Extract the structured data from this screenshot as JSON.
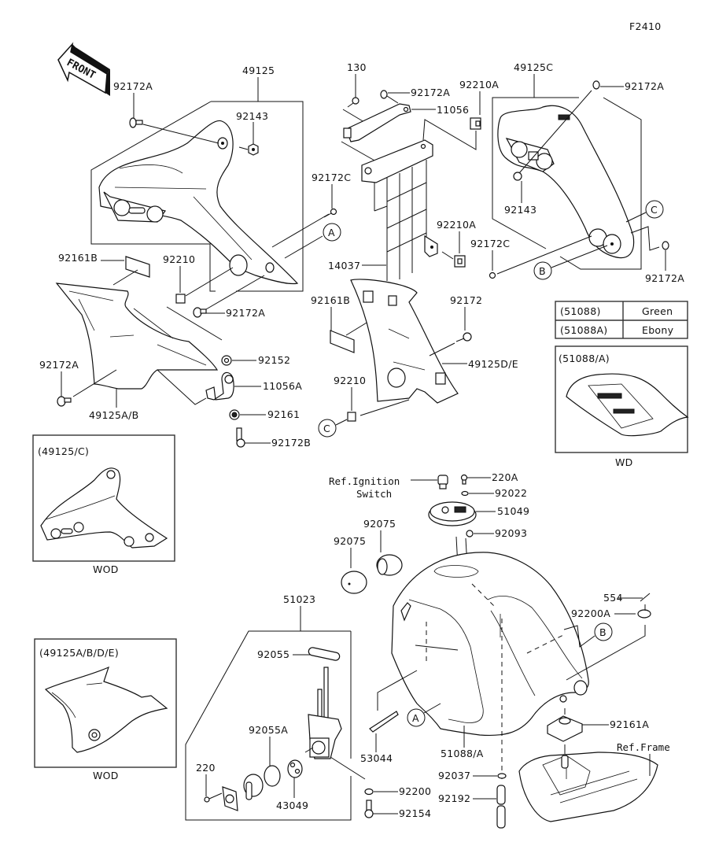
{
  "diagram_code": "F2410",
  "front_arrow_text": "FRONT",
  "labels": {
    "p49125": "49125",
    "p92172A_1": "92172A",
    "p92143_1": "92143",
    "p92172C_1": "92172C",
    "ref_A_1": "A",
    "p130": "130",
    "p92172A_2": "92172A",
    "p11056": "11056",
    "p92210A_1": "92210A",
    "p49125C": "49125C",
    "p92172A_3": "92172A",
    "p92143_2": "92143",
    "ref_C_1": "C",
    "p92172A_4": "92172A",
    "ref_B_1": "B",
    "p92172C_2": "92172C",
    "p92210A_2": "92210A",
    "p14037": "14037",
    "p92161B_1": "92161B",
    "p92210_1": "92210",
    "p92172A_5": "92172A",
    "p92161B_2": "92161B",
    "p92172": "92172",
    "p49125DE": "49125D/E",
    "p92210_2": "92210",
    "ref_C_2": "C",
    "p92172A_6": "92172A",
    "p49125AB": "49125A/B",
    "p92152": "92152",
    "p11056A": "11056A",
    "p92161": "92161",
    "p92172B": "92172B",
    "ref_ignition": "Ref.Ignition",
    "ref_ignition_2": "Switch",
    "p220A": "220A",
    "p92022": "92022",
    "p51049": "51049",
    "p92093": "92093",
    "p92075_1": "92075",
    "p92075_2": "92075",
    "p554": "554",
    "p92200A": "92200A",
    "ref_B_2": "B",
    "p51023": "51023",
    "p92055": "92055",
    "p92055A": "92055A",
    "p220": "220",
    "p43049": "43049",
    "p92200": "92200",
    "p92154": "92154",
    "p53044": "53044",
    "ref_A_2": "A",
    "p51088A": "51088/A",
    "p92161A": "92161A",
    "ref_frame": "Ref.Frame",
    "p92037": "92037",
    "p92192": "92192"
  },
  "color_table": {
    "rows": [
      {
        "code": "(51088)",
        "color": "Green"
      },
      {
        "code": "(51088A)",
        "color": "Ebony"
      }
    ]
  },
  "insets": [
    {
      "title": "(51088/A)",
      "caption": "WD"
    },
    {
      "title": "(49125/C)",
      "caption": "WOD"
    },
    {
      "title": "(49125A/B/D/E)",
      "caption": "WOD"
    }
  ]
}
